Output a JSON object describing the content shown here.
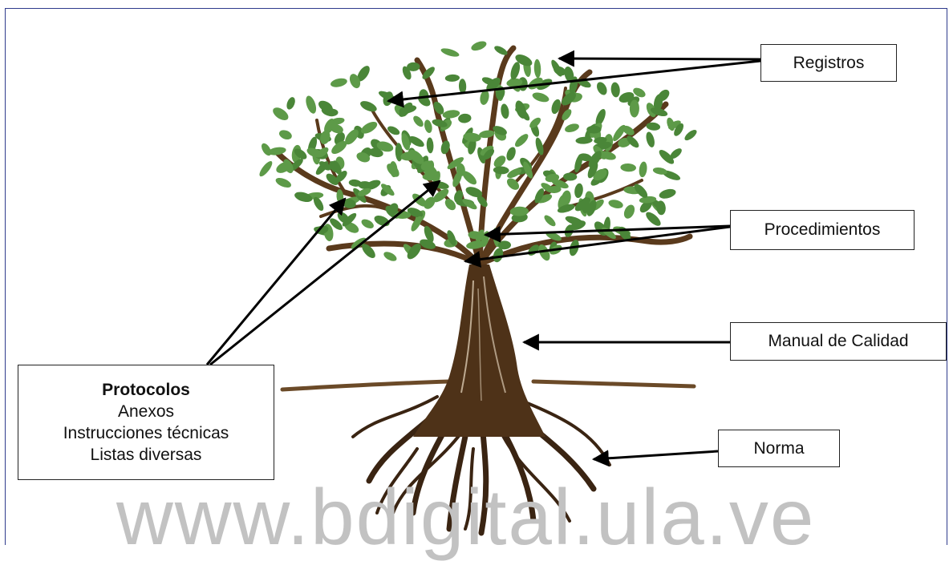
{
  "labels": {
    "registros": "Registros",
    "procedimientos": "Procedimientos",
    "manual": "Manual de Calidad",
    "norma": "Norma",
    "protocolos": {
      "title": "Protocolos",
      "lines": [
        "Anexos",
        "Instrucciones técnicas",
        "Listas diversas"
      ]
    }
  },
  "watermark": "www.bdigital.ula.ve",
  "colors": {
    "leaf": "#5d9a48",
    "leaf_dark": "#4a8638",
    "branch": "#5a3a1c",
    "trunk": "#4e3218",
    "root": "#3a2412",
    "ground": "#6b4a28",
    "arrow": "#000000",
    "border": "#2e3a8c"
  }
}
